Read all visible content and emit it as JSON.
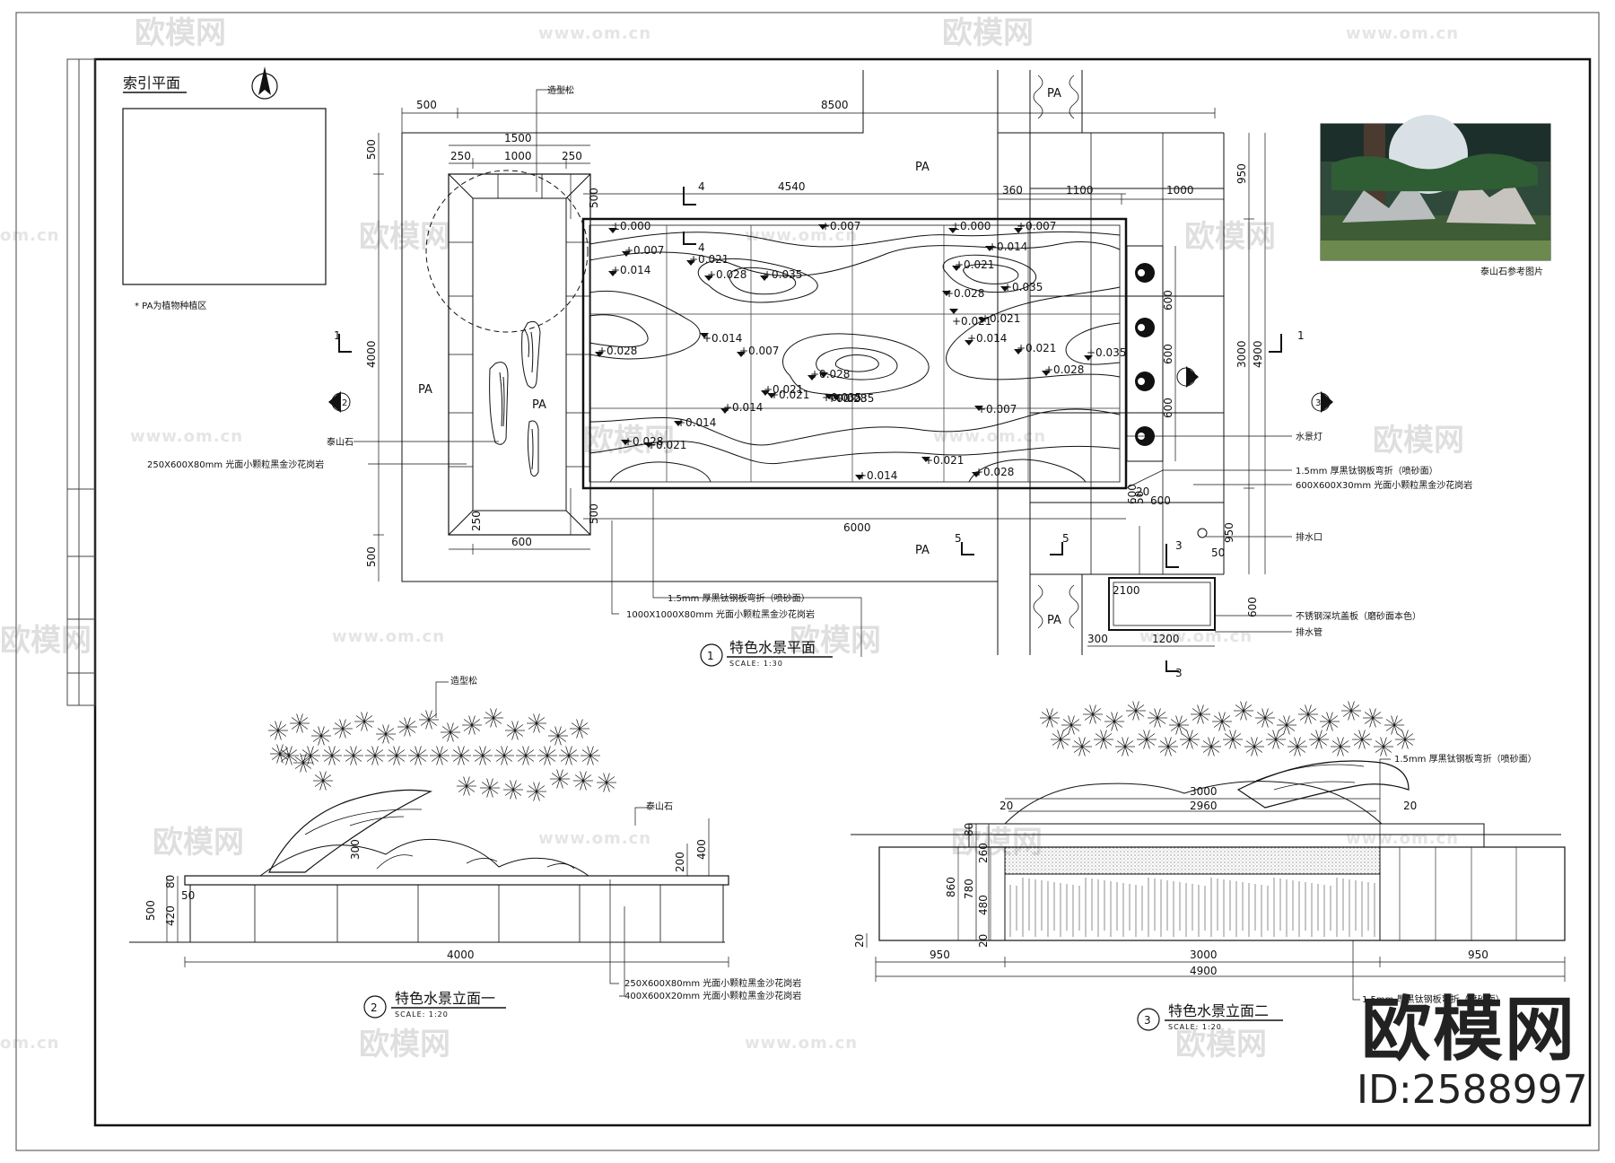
{
  "index_plan": {
    "title": "索引平面",
    "note": "* PA为植物种植区"
  },
  "plan": {
    "title": "特色水景平面",
    "number": "1",
    "scale": "SCALE:   1:30",
    "pa_label": "PA",
    "dims": {
      "top_left": "500",
      "top_total": "8500",
      "top_1500": "1500",
      "d250a": "250",
      "d1000": "1000",
      "d250b": "250",
      "d4540": "4540",
      "d360": "360",
      "d1100": "1100",
      "d1000b": "1000",
      "left_500a": "500",
      "left_4000": "4000",
      "left_500b": "500",
      "inner_500a": "500",
      "inner_500b": "500",
      "d6000": "6000",
      "d600": "600",
      "d250c": "250",
      "right_950a": "950",
      "right_3000": "3000",
      "right_4900": "4900",
      "right_950b": "950",
      "r600a": "600",
      "r600b": "600",
      "r600c": "600",
      "r600d": "600",
      "r600e": "600",
      "r600f": "600",
      "d50a": "50",
      "d50b": "50",
      "d2100": "2100",
      "d300": "300",
      "d1200": "1200",
      "d20": "20"
    },
    "section_marks": {
      "s1": "1",
      "s2": "2",
      "s3": "3",
      "s4": "4",
      "s5": "5"
    },
    "elevations": [
      "±0.000",
      "+0.007",
      "+0.014",
      "+0.021",
      "+0.028",
      "+0.035",
      "+0.007",
      "+0.021",
      "+0.028",
      "+0.035",
      "+0.021",
      "+0.014",
      "+0.028",
      "+0.007",
      "+0.028",
      "+0.021",
      "+0.035",
      "+0.014",
      "+0.021",
      "+0.014",
      "+0.028",
      "+0.021",
      "+0.014",
      "+0.028",
      "±0.000",
      "+0.007",
      "+0.014",
      "+0.021",
      "+0.028",
      "+0.035",
      "+0.021",
      "+0.014",
      "+0.021",
      "+0.028",
      "+0.035",
      "+0.007"
    ],
    "labels": {
      "pine": "造型松",
      "rock": "泰山石",
      "paving_stone": "250X600X80mm 光面小颗粒黑金沙花岗岩",
      "steel_edge": "1.5mm 厚黑钛钢板弯折（喷砂面）",
      "big_paving": "1000X1000X80mm 光面小颗粒黑金沙花岗岩",
      "light": "水景灯",
      "steel_edge_r": "1.5mm 厚黑钛钢板弯折（喷砂面）",
      "granite_r": "600X600X30mm 光面小颗粒黑金沙花岗岩",
      "drain_outlet": "排水口",
      "grate": "不锈钢深坑盖板（磨砂面本色）",
      "drain_pipe": "排水管"
    },
    "reference_caption": "泰山石参考图片"
  },
  "elev1": {
    "title": "特色水景立面一",
    "number": "2",
    "scale": "SCALE:   1:20",
    "labels": {
      "pine": "造型松",
      "rock": "泰山石",
      "stone1": "250X600X80mm 光面小颗粒黑金沙花岗岩",
      "stone2": "400X600X20mm 光面小颗粒黑金沙花岗岩"
    },
    "dims": {
      "d500": "500",
      "d80": "80",
      "d420": "420",
      "d50": "50",
      "d4000": "4000",
      "d300": "300",
      "d200": "200",
      "d400": "400"
    }
  },
  "elev2": {
    "title": "特色水景立面二",
    "number": "3",
    "scale": "SCALE:   1:20",
    "labels": {
      "steel_top": "1.5mm 厚黑钛钢板弯折（喷砂面）",
      "steel_bottom": "1.5mm 厚黑钛钢板弯折（喷砂面）"
    },
    "dims": {
      "d3000a": "3000",
      "d2960": "2960",
      "d20a": "20",
      "d20b": "20",
      "d80": "80",
      "d260": "260",
      "d860": "860",
      "d780": "780",
      "d480": "480",
      "d20c": "20",
      "d20d": "20",
      "d950a": "950",
      "d3000b": "3000",
      "d950b": "950",
      "d4900": "4900"
    }
  },
  "watermark": {
    "logo": "欧模网",
    "url": "www.om.cn",
    "url_short": "om.cn"
  },
  "brand": {
    "logo": "欧模网",
    "id": "ID:2588997"
  }
}
